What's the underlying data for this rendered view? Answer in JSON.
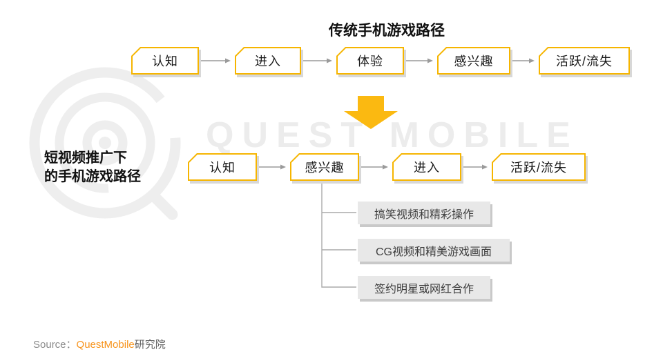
{
  "title": "传统手机游戏路径",
  "left_label": {
    "line1": "短视频推广下",
    "line2": "的手机游戏路径"
  },
  "top_flow": {
    "steps": [
      "认知",
      "进入",
      "体验",
      "感兴趣",
      "活跃/流失"
    ]
  },
  "bottom_flow": {
    "steps": [
      "认知",
      "感兴趣",
      "进入",
      "活跃/流失"
    ]
  },
  "branches": {
    "items": [
      "搞笑视频和精彩操作",
      "CG视频和精美游戏画面",
      "签约明星或网红合作"
    ]
  },
  "source": {
    "prefix": "Source：",
    "brand": "QuestMobile",
    "suffix": "研究院"
  },
  "watermark": {
    "text": "QUEST MOBILE"
  },
  "colors": {
    "box_border": "#F6B500",
    "big_arrow": "#FBB911",
    "connector": "#9a9a9a",
    "branch_box_bg": "#E8E8E8",
    "brand_orange": "#F7941D"
  }
}
